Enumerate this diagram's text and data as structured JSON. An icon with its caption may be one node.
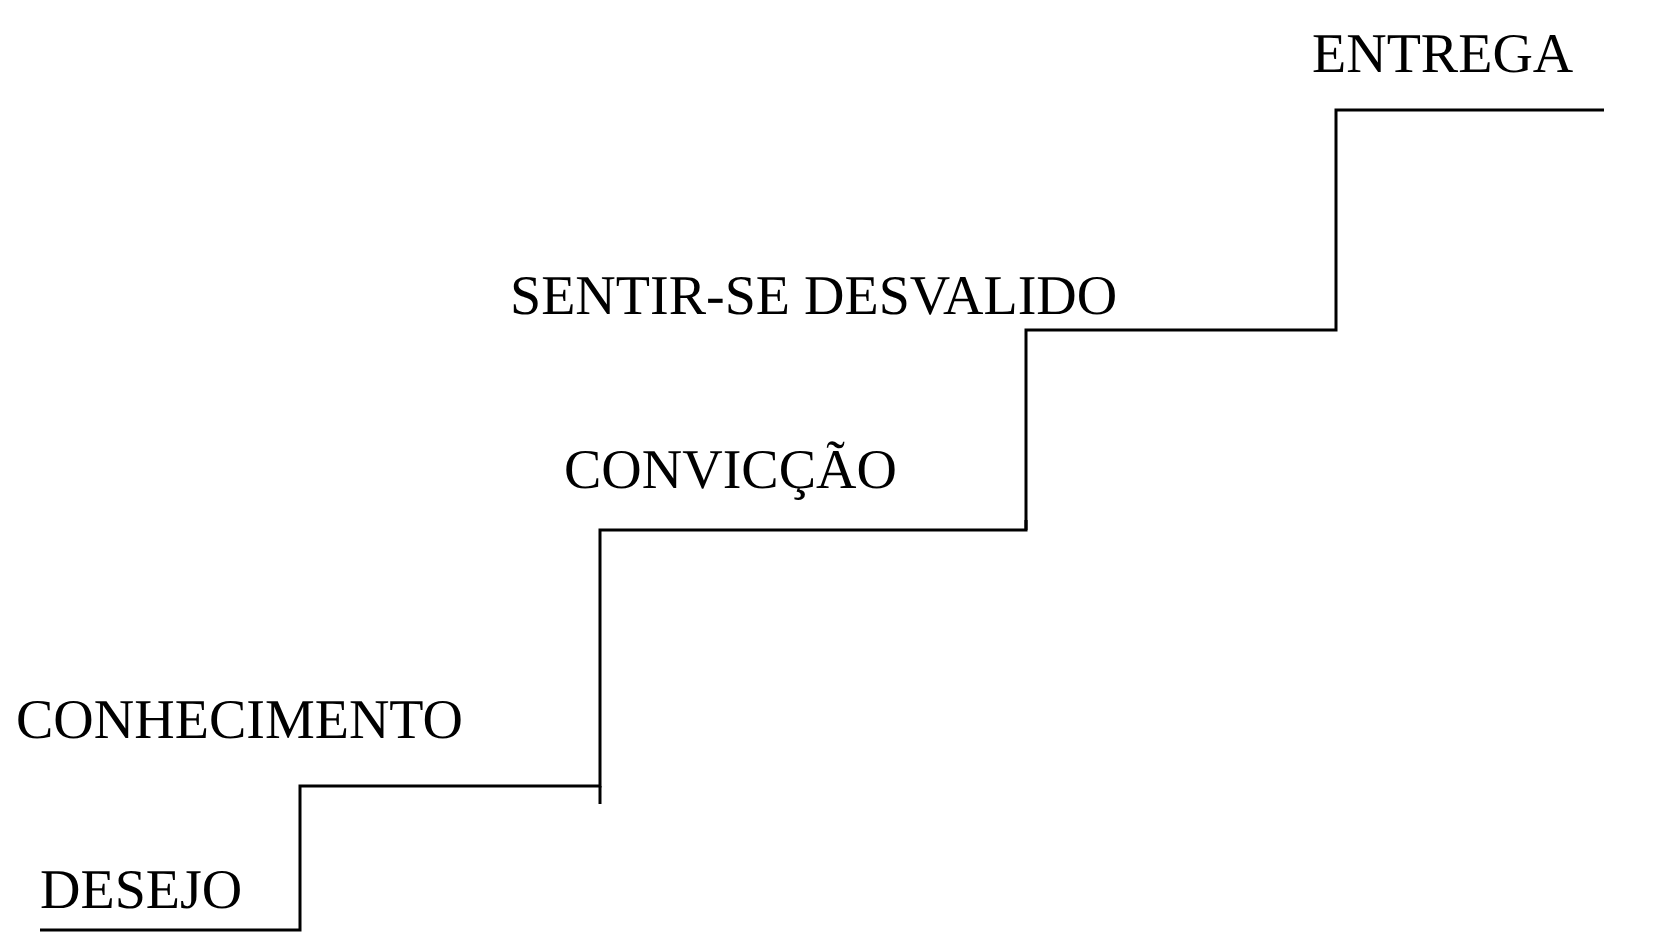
{
  "diagram": {
    "labels": [
      "ENTREGA",
      "SENTIR-SE DESVALIDO",
      "CONVICÇÃO",
      "CONHECIMENTO",
      "DESEJO"
    ]
  }
}
